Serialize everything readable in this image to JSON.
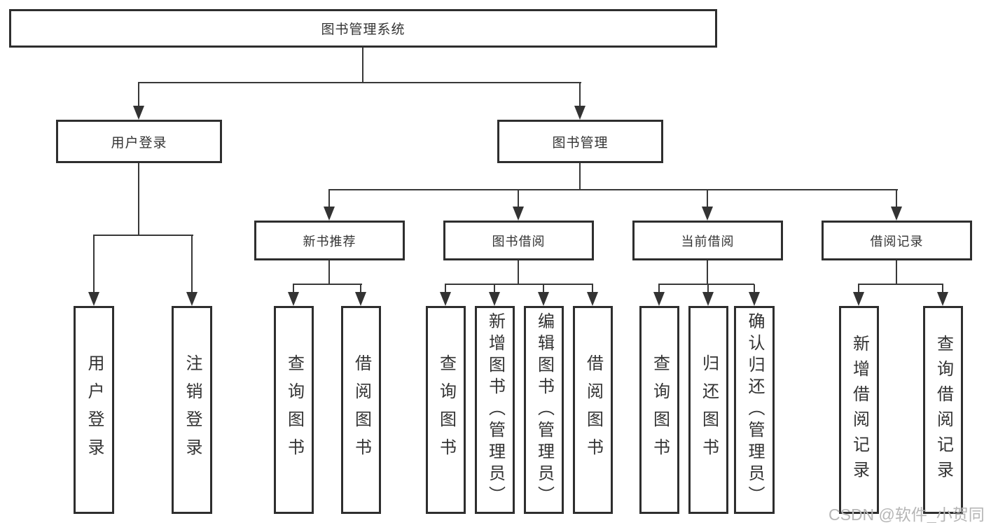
{
  "diagram": {
    "root": {
      "label": "图书管理系统"
    },
    "level2": [
      {
        "label": "用户登录"
      },
      {
        "label": "图书管理"
      }
    ],
    "level3": [
      {
        "label": "新书推荐"
      },
      {
        "label": "图书借阅"
      },
      {
        "label": "当前借阅"
      },
      {
        "label": "借阅记录"
      }
    ],
    "leaves": {
      "user_login": [
        {
          "label": "用户登录"
        },
        {
          "label": "注销登录"
        }
      ],
      "new_book": [
        {
          "label": "查询图书"
        },
        {
          "label": "借阅图书"
        }
      ],
      "borrow": [
        {
          "label": "查询图书"
        },
        {
          "label": "新增图书（管理员）"
        },
        {
          "label": "编辑图书（管理员）"
        },
        {
          "label": "借阅图书"
        }
      ],
      "current": [
        {
          "label": "查询图书"
        },
        {
          "label": "归还图书"
        },
        {
          "label": "确认归还（管理员）"
        }
      ],
      "records": [
        {
          "label": "新增借阅记录"
        },
        {
          "label": "查询借阅记录"
        }
      ]
    },
    "watermark": "CSDN @软件_小贺同学",
    "colors": {
      "line": "#333333",
      "border": "#2e2e2e",
      "text": "#333333",
      "watermark": "#b6b6b6",
      "background": "#ffffff"
    }
  }
}
